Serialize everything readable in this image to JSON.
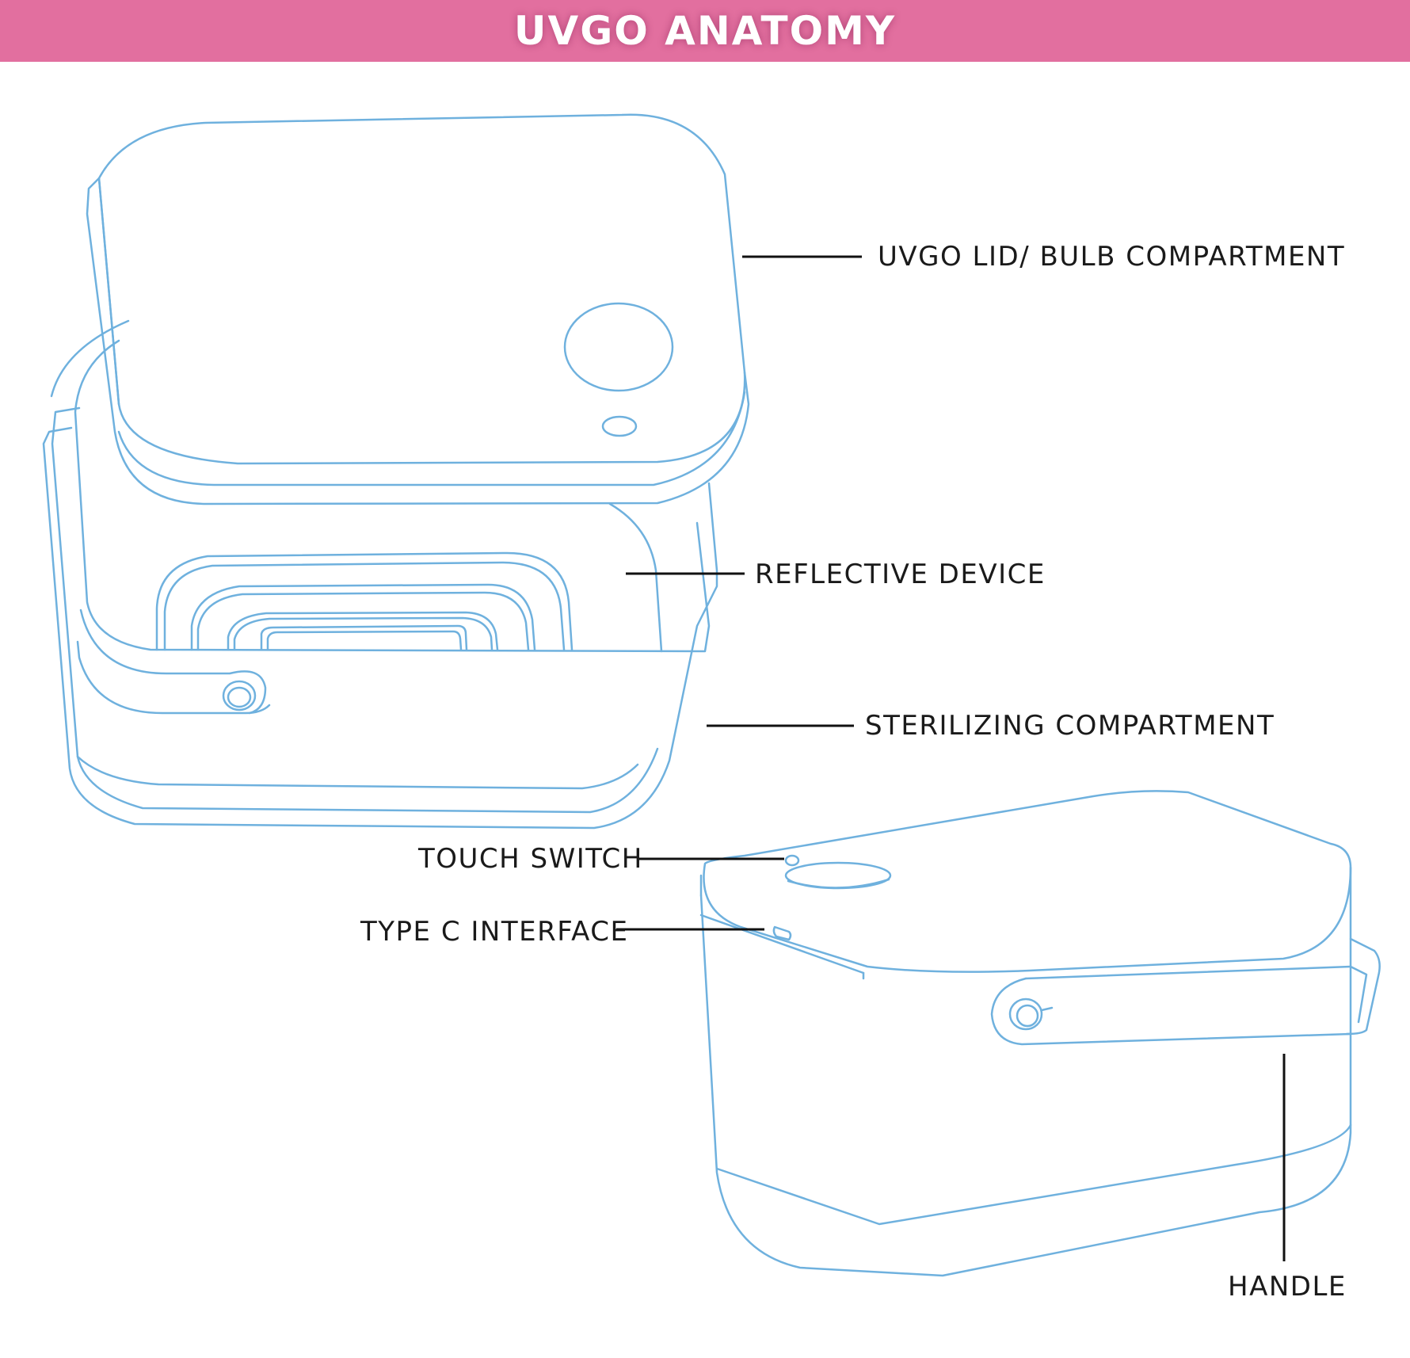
{
  "title": "UVGO ANATOMY",
  "colors": {
    "banner": "#e26f9f",
    "outline": "#6fb1de",
    "leader": "#111111"
  },
  "labels": {
    "lid": "UVGO LID/ BULB COMPARTMENT",
    "reflective": "REFLECTIVE DEVICE",
    "sterilizing": "STERILIZING COMPARTMENT",
    "touch_switch": "TOUCH SWITCH",
    "type_c": "TYPE C INTERFACE",
    "handle": "HANDLE"
  }
}
